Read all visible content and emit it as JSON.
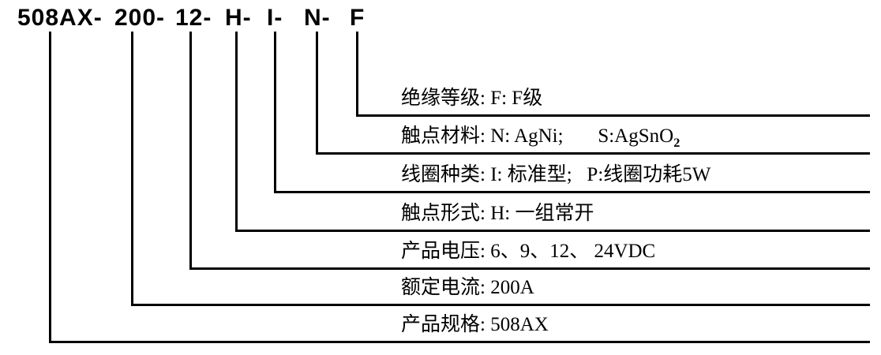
{
  "part_number": {
    "segments": [
      "508AX-",
      "200-",
      "12-",
      "H-",
      "I-",
      "N-",
      "F"
    ]
  },
  "rows": [
    {
      "label": "绝缘等级: F: F级"
    },
    {
      "label": "触点材料: N: AgNi;       S:AgSnO",
      "subscript": "2"
    },
    {
      "label": "线圈种类: I: 标准型;   P:线圈功耗5W"
    },
    {
      "label": "触点形式: H: 一组常开"
    },
    {
      "label": "产品电压: 6、9、12、 24VDC"
    },
    {
      "label": "额定电流: 200A"
    },
    {
      "label": "产品规格: 508AX"
    }
  ],
  "colors": {
    "line": "#000000",
    "text": "#000000"
  }
}
